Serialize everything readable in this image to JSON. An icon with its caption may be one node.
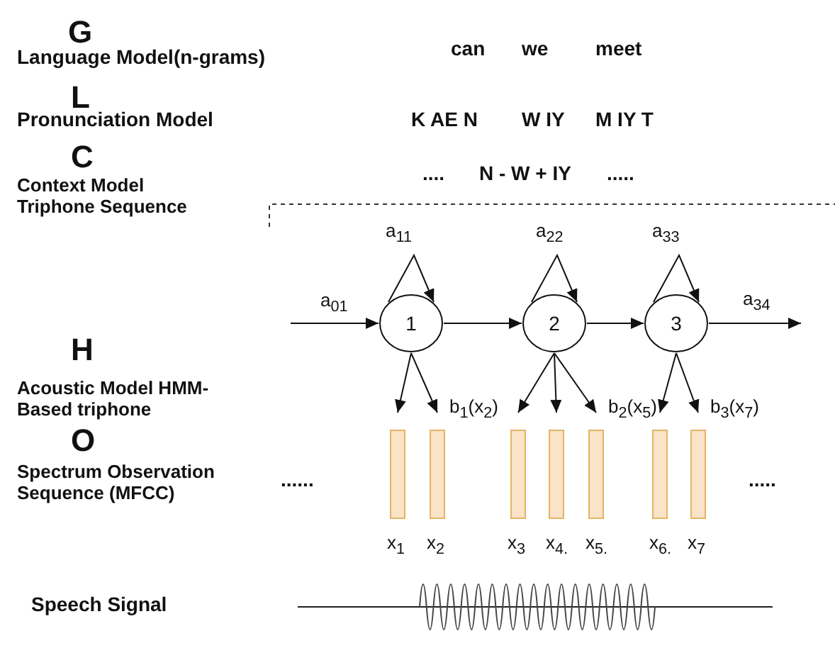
{
  "diagram": {
    "nodes": [
      {
        "text": [
          "1"
        ]
      },
      {
        "text": [
          "2"
        ]
      },
      {
        "text": [
          "3"
        ]
      },
      {
        "text": [],
        "shape": "bar",
        "beside": [
          "x$_{1}$"
        ]
      },
      {
        "text": [],
        "shape": "bar",
        "beside": [
          "x$_{2}$"
        ]
      },
      {
        "text": [],
        "shape": "bar",
        "beside": [
          "x$_{3}$"
        ]
      },
      {
        "text": [],
        "shape": "bar",
        "beside": [
          "x$_{4.}$"
        ]
      },
      {
        "text": [],
        "shape": "bar",
        "beside": [
          "x$_{5.}$"
        ]
      },
      {
        "text": [],
        "shape": "bar",
        "beside": [
          "x$_{6.}$"
        ]
      },
      {
        "text": [],
        "shape": "bar",
        "beside": [
          "x$_{7}$"
        ]
      }
    ],
    "edges": [
      {
        "from": null,
        "to": 0,
        "arrow": "to",
        "label": "a$_{01}$"
      },
      {
        "from": 0,
        "to": 0,
        "arrow": "to",
        "label": "a$_{11}$"
      },
      {
        "from": 0,
        "to": 1,
        "arrow": "to"
      },
      {
        "from": 1,
        "to": 1,
        "arrow": "to",
        "label": "a$_{22}$"
      },
      {
        "from": 1,
        "to": 2,
        "arrow": "to"
      },
      {
        "from": 2,
        "to": 2,
        "arrow": "to",
        "label": "a$_{33}$"
      },
      {
        "from": 2,
        "to": null,
        "arrow": "to",
        "label": "a$_{34}$"
      },
      {
        "from": 0,
        "to": 3,
        "arrow": "to"
      },
      {
        "from": 0,
        "to": 4,
        "arrow": "to",
        "label": "b$_{1}$(x$_{2}$)"
      },
      {
        "from": 1,
        "to": 5,
        "arrow": "to"
      },
      {
        "from": 1,
        "to": 6,
        "arrow": "to"
      },
      {
        "from": 1,
        "to": 7,
        "arrow": "to",
        "label": "b$_{2}$(x$_{5}$)"
      },
      {
        "from": 2,
        "to": 8,
        "arrow": "to"
      },
      {
        "from": 2,
        "to": 9,
        "arrow": "to",
        "label": "b$_{3}$(x$_{7}$)"
      }
    ],
    "labels": [
      "G",
      "Language Model(n-grams)",
      "can",
      "we",
      "meet",
      "L",
      "Pronunciation Model",
      "K AE N",
      "W IY",
      "M IY T",
      "C",
      "....",
      "N - W + IY",
      ".....",
      "Context Model Triphone Sequence",
      "H",
      "Acoustic Model HMM-Based triphone",
      "O",
      "......",
      "Spectrum Observation Sequence (MFCC)",
      ".....",
      "Speech Signal"
    ]
  }
}
